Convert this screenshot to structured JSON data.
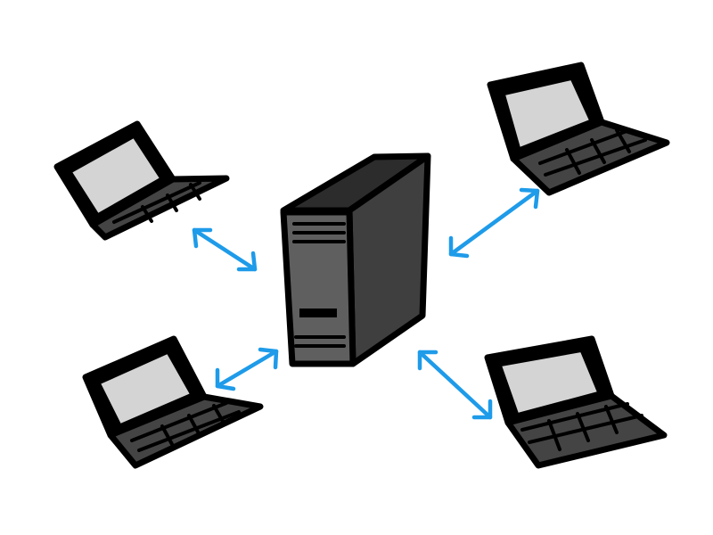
{
  "diagram": {
    "type": "network",
    "hub": {
      "kind": "server",
      "icon": "server-tower-icon"
    },
    "clients": [
      {
        "id": "top-left",
        "kind": "laptop",
        "icon": "laptop-icon"
      },
      {
        "id": "bottom-left",
        "kind": "laptop",
        "icon": "laptop-icon"
      },
      {
        "id": "top-right",
        "kind": "laptop",
        "icon": "laptop-icon"
      },
      {
        "id": "bottom-right",
        "kind": "laptop",
        "icon": "laptop-icon"
      }
    ],
    "connections": [
      {
        "from": "server",
        "to": "top-left",
        "direction": "bidirectional"
      },
      {
        "from": "server",
        "to": "bottom-left",
        "direction": "bidirectional"
      },
      {
        "from": "server",
        "to": "top-right",
        "direction": "bidirectional"
      },
      {
        "from": "server",
        "to": "bottom-right",
        "direction": "bidirectional"
      }
    ]
  },
  "colors": {
    "background": "#ffffff",
    "ink": "#000000",
    "screen": "#d4d4d4",
    "server_front": "#5f5f5f",
    "server_side": "#3f3f3f",
    "server_top": "#2c2c2c",
    "keyboard": "#444444",
    "keys": "#6e6e6e",
    "arrow": "#1e9be9"
  }
}
